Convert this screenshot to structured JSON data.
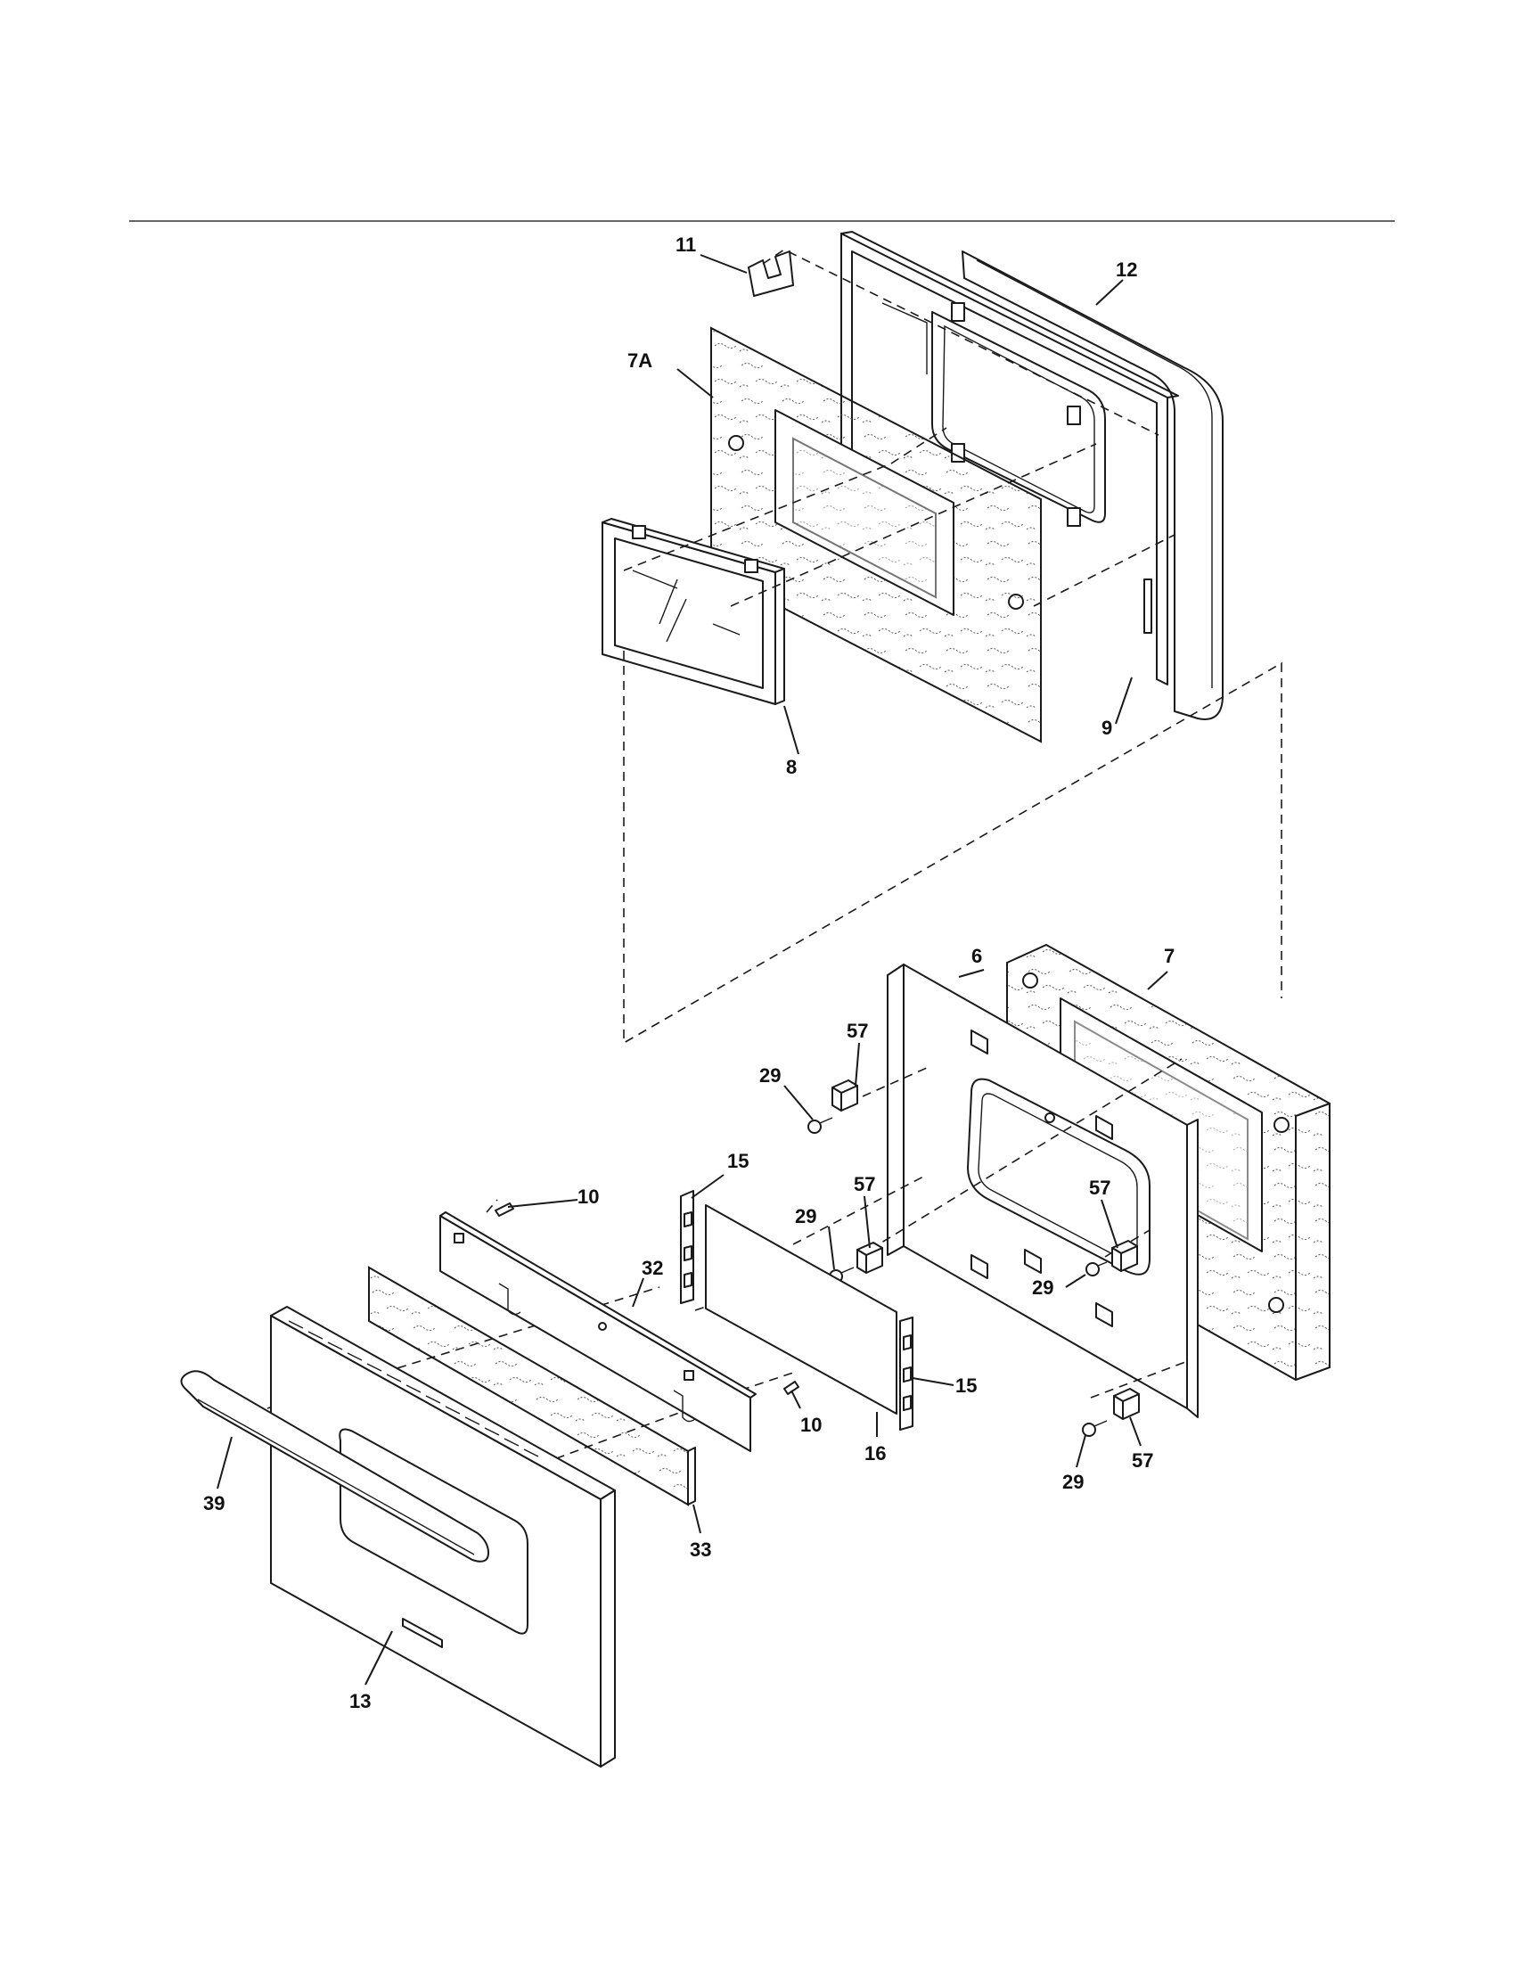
{
  "callouts": [
    {
      "label": "11"
    },
    {
      "label": "12"
    },
    {
      "label": "7A"
    },
    {
      "label": "9"
    },
    {
      "label": "8"
    },
    {
      "label": "6"
    },
    {
      "label": "7"
    },
    {
      "label": "57"
    },
    {
      "label": "29"
    },
    {
      "label": "15"
    },
    {
      "label": "57"
    },
    {
      "label": "29"
    },
    {
      "label": "57"
    },
    {
      "label": "29"
    },
    {
      "label": "10"
    },
    {
      "label": "32"
    },
    {
      "label": "15"
    },
    {
      "label": "10"
    },
    {
      "label": "16"
    },
    {
      "label": "29"
    },
    {
      "label": "57"
    },
    {
      "label": "39"
    },
    {
      "label": "33"
    },
    {
      "label": "13"
    }
  ]
}
